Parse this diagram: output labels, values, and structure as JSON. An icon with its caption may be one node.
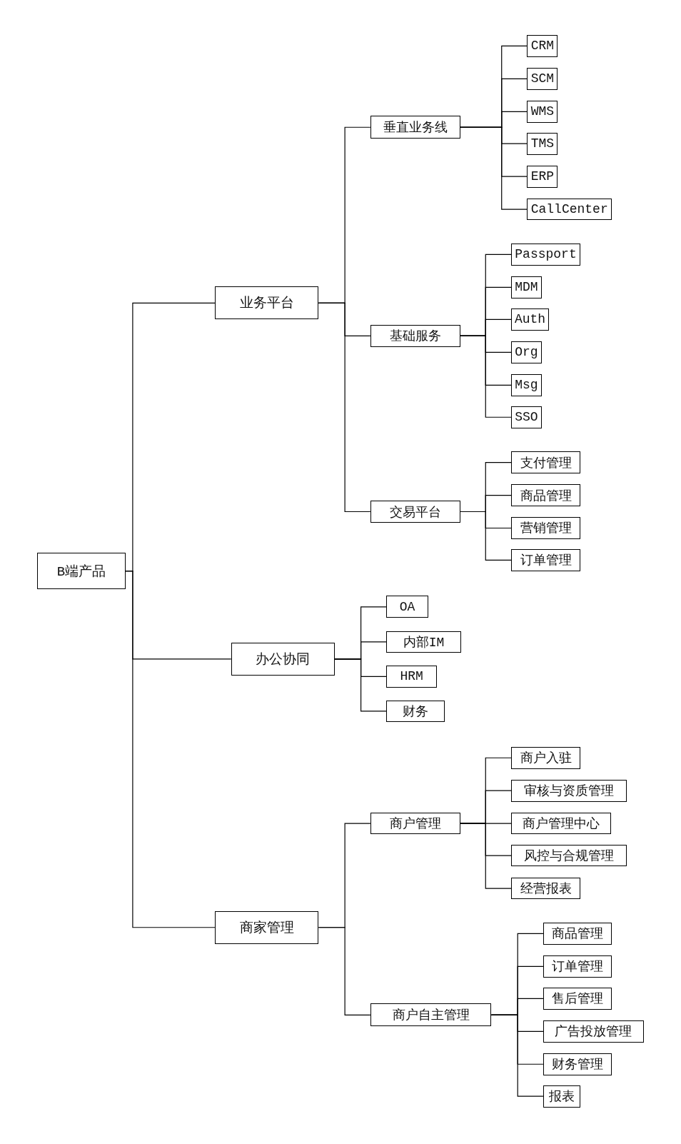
{
  "diagram": {
    "nodes": [
      {
        "text": [
          "B端产品"
        ]
      },
      {
        "text": [
          "业务平台"
        ]
      },
      {
        "text": [
          "垂直业务线"
        ]
      },
      {
        "text": [
          "CRM"
        ]
      },
      {
        "text": [
          "SCM"
        ]
      },
      {
        "text": [
          "WMS"
        ]
      },
      {
        "text": [
          "TMS"
        ]
      },
      {
        "text": [
          "ERP"
        ]
      },
      {
        "text": [
          "CallCenter"
        ]
      },
      {
        "text": [
          "基础服务"
        ]
      },
      {
        "text": [
          "Passport"
        ]
      },
      {
        "text": [
          "MDM"
        ]
      },
      {
        "text": [
          "Auth"
        ]
      },
      {
        "text": [
          "Org"
        ]
      },
      {
        "text": [
          "Msg"
        ]
      },
      {
        "text": [
          "SSO"
        ]
      },
      {
        "text": [
          "交易平台"
        ]
      },
      {
        "text": [
          "支付管理"
        ]
      },
      {
        "text": [
          "商品管理"
        ]
      },
      {
        "text": [
          "营销管理"
        ]
      },
      {
        "text": [
          "订单管理"
        ]
      },
      {
        "text": [
          "办公协同"
        ]
      },
      {
        "text": [
          "OA"
        ]
      },
      {
        "text": [
          "内部IM"
        ]
      },
      {
        "text": [
          "HRM"
        ]
      },
      {
        "text": [
          "财务"
        ]
      },
      {
        "text": [
          "商家管理"
        ]
      },
      {
        "text": [
          "商户管理"
        ]
      },
      {
        "text": [
          "商户入驻"
        ]
      },
      {
        "text": [
          "审核与资质管理"
        ]
      },
      {
        "text": [
          "商户管理中心"
        ]
      },
      {
        "text": [
          "风控与合规管理"
        ]
      },
      {
        "text": [
          "经营报表"
        ]
      },
      {
        "text": [
          "商户自主管理"
        ]
      },
      {
        "text": [
          "商品管理"
        ]
      },
      {
        "text": [
          "订单管理"
        ]
      },
      {
        "text": [
          "售后管理"
        ]
      },
      {
        "text": [
          "广告投放管理"
        ]
      },
      {
        "text": [
          "财务管理"
        ]
      },
      {
        "text": [
          "报表"
        ]
      }
    ],
    "edges": [
      {
        "from": 0,
        "to": 1,
        "arrow": "none"
      },
      {
        "from": 0,
        "to": 21,
        "arrow": "none"
      },
      {
        "from": 0,
        "to": 26,
        "arrow": "none"
      },
      {
        "from": 1,
        "to": 2,
        "arrow": "none"
      },
      {
        "from": 1,
        "to": 9,
        "arrow": "none"
      },
      {
        "from": 1,
        "to": 16,
        "arrow": "none"
      },
      {
        "from": 2,
        "to": 3,
        "arrow": "none"
      },
      {
        "from": 2,
        "to": 4,
        "arrow": "none"
      },
      {
        "from": 2,
        "to": 5,
        "arrow": "none"
      },
      {
        "from": 2,
        "to": 6,
        "arrow": "none"
      },
      {
        "from": 2,
        "to": 7,
        "arrow": "none"
      },
      {
        "from": 2,
        "to": 8,
        "arrow": "none"
      },
      {
        "from": 9,
        "to": 10,
        "arrow": "none"
      },
      {
        "from": 9,
        "to": 11,
        "arrow": "none"
      },
      {
        "from": 9,
        "to": 12,
        "arrow": "none"
      },
      {
        "from": 9,
        "to": 13,
        "arrow": "none"
      },
      {
        "from": 9,
        "to": 14,
        "arrow": "none"
      },
      {
        "from": 9,
        "to": 15,
        "arrow": "none"
      },
      {
        "from": 16,
        "to": 17,
        "arrow": "none"
      },
      {
        "from": 16,
        "to": 18,
        "arrow": "none"
      },
      {
        "from": 16,
        "to": 19,
        "arrow": "none"
      },
      {
        "from": 16,
        "to": 20,
        "arrow": "none"
      },
      {
        "from": 21,
        "to": 22,
        "arrow": "none"
      },
      {
        "from": 21,
        "to": 23,
        "arrow": "none"
      },
      {
        "from": 21,
        "to": 24,
        "arrow": "none"
      },
      {
        "from": 21,
        "to": 25,
        "arrow": "none"
      },
      {
        "from": 26,
        "to": 27,
        "arrow": "none"
      },
      {
        "from": 26,
        "to": 33,
        "arrow": "none"
      },
      {
        "from": 27,
        "to": 28,
        "arrow": "none"
      },
      {
        "from": 27,
        "to": 29,
        "arrow": "none"
      },
      {
        "from": 27,
        "to": 30,
        "arrow": "none"
      },
      {
        "from": 27,
        "to": 31,
        "arrow": "none"
      },
      {
        "from": 27,
        "to": 32,
        "arrow": "none"
      },
      {
        "from": 33,
        "to": 34,
        "arrow": "none"
      },
      {
        "from": 33,
        "to": 35,
        "arrow": "none"
      },
      {
        "from": 33,
        "to": 36,
        "arrow": "none"
      },
      {
        "from": 33,
        "to": 37,
        "arrow": "none"
      },
      {
        "from": 33,
        "to": 38,
        "arrow": "none"
      },
      {
        "from": 33,
        "to": 39,
        "arrow": "none"
      }
    ]
  }
}
